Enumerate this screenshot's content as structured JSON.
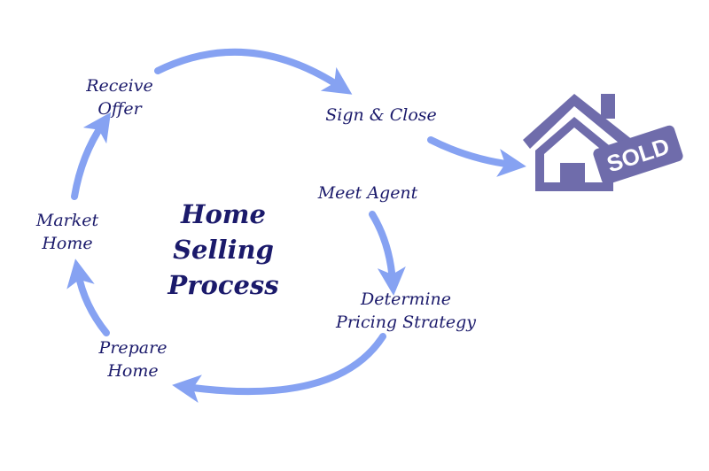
{
  "title": [
    "Home",
    "Selling",
    "Process"
  ],
  "steps": {
    "receive_offer": [
      "Receive",
      "Offer"
    ],
    "sign_close": [
      "Sign & Close"
    ],
    "meet_agent": [
      "Meet Agent"
    ],
    "determine_pricing": [
      "Determine",
      "Pricing Strategy"
    ],
    "prepare_home": [
      "Prepare",
      "Home"
    ],
    "market_home": [
      "Market",
      "Home"
    ]
  },
  "sold_sign": "SOLD",
  "colors": {
    "arrow": "#86a2f2",
    "house": "#6f6cab",
    "text": "#1b1a6b"
  }
}
